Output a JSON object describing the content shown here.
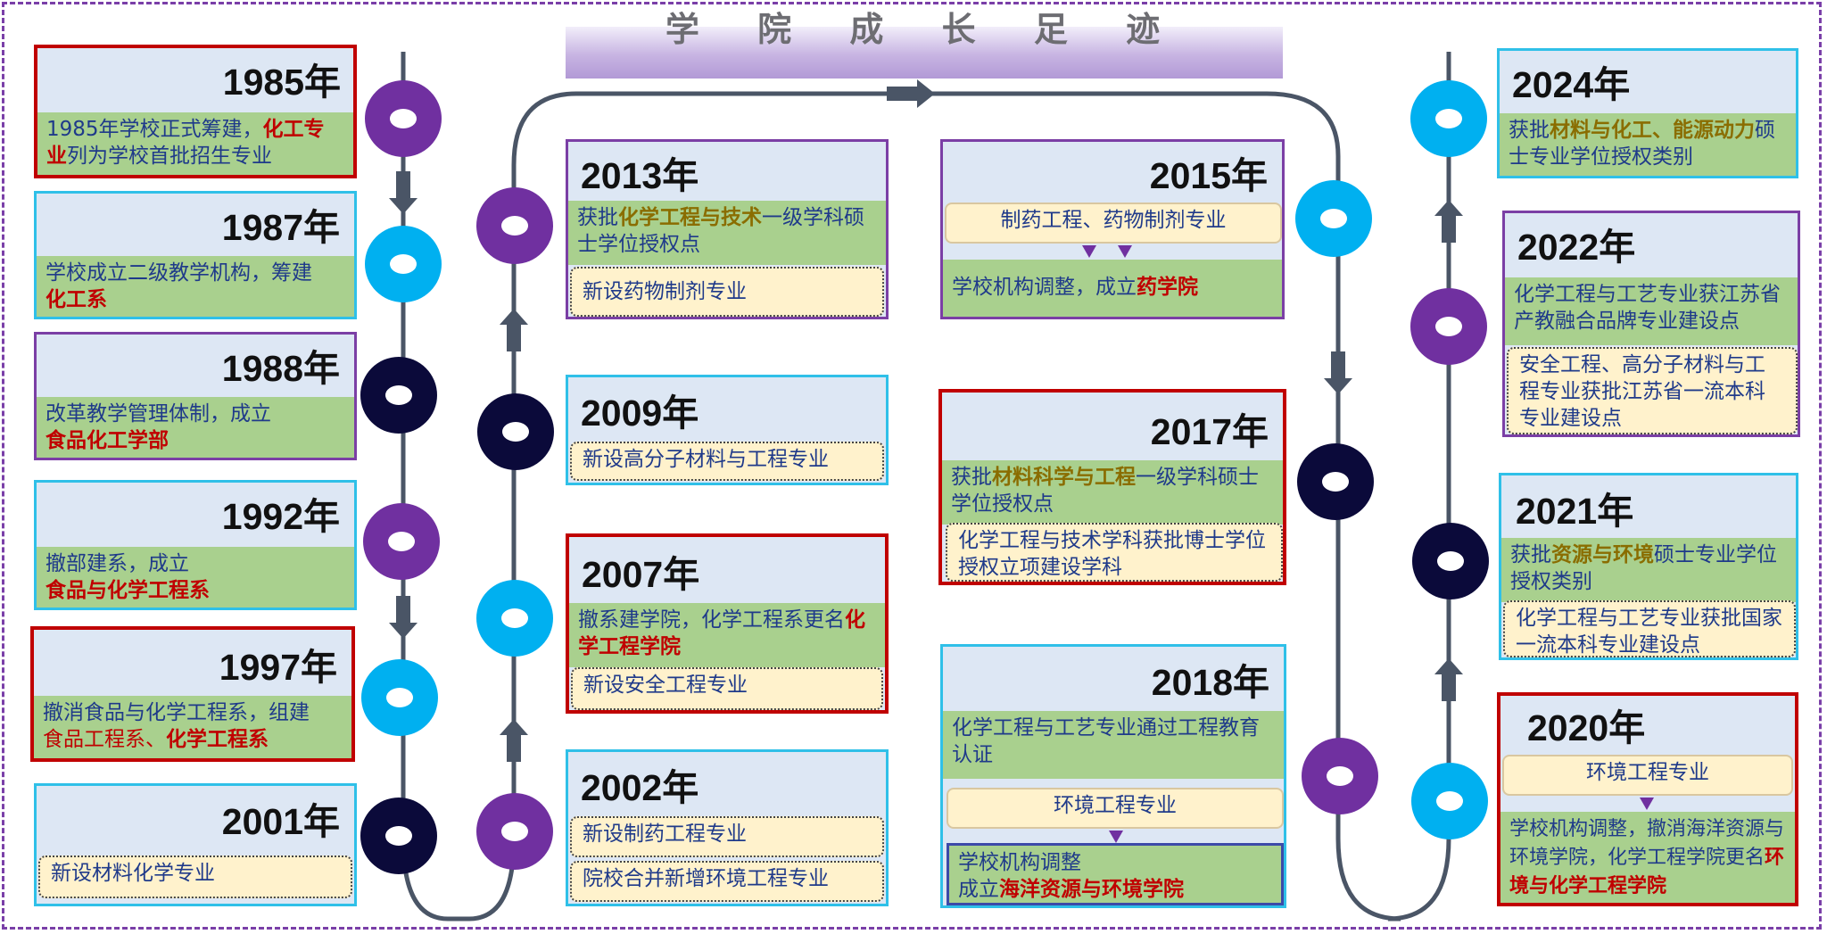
{
  "title": "学 院 成 长 足 迹",
  "colors": {
    "purple": "#7030a0",
    "cyan": "#00b0f0",
    "navy": "#0b0a3a",
    "track": "#4a5566",
    "green": "#a9d08e",
    "note": "#fff2cc",
    "header": "#dde7f4",
    "red": "#c00000",
    "olive": "#8a6d00"
  },
  "events": {
    "y1985": {
      "year": "1985年",
      "t1": "1985年学校正式筹建，",
      "t2": "化工专业",
      "t3": "列为学校首批招生专业"
    },
    "y1987": {
      "year": "1987年",
      "t1": "学校成立二级教学机构，筹建",
      "t2": "化工系"
    },
    "y1988": {
      "year": "1988年",
      "t1": "改革教学管理体制，成立",
      "t2": "食品化工学部"
    },
    "y1992": {
      "year": "1992年",
      "t1": "撤部建系，成立",
      "t2": "食品与化学工程系"
    },
    "y1997": {
      "year": "1997年",
      "t1": "撤消食品与化学工程系，组建",
      "t2": "食品工程系、",
      "t3": "化学工程系"
    },
    "y2001": {
      "year": "2001年",
      "note": "新设材料化学专业"
    },
    "y2002": {
      "year": "2002年",
      "note1": "新设制药工程专业",
      "note2": "院校合并新增环境工程专业"
    },
    "y2007": {
      "year": "2007年",
      "t1": "撤系建学院，化学工程系更名",
      "t2": "化学工程学院",
      "note": "新设安全工程专业"
    },
    "y2009": {
      "year": "2009年",
      "note": "新设高分子材料与工程专业"
    },
    "y2013": {
      "year": "2013年",
      "t1": "获批",
      "t2": "化学工程与技术",
      "t3": "一级学科硕士学位授权点",
      "note": "新设药物制剂专业"
    },
    "y2015": {
      "year": "2015年",
      "top": "制药工程、药物制剂专业",
      "t1": "学校机构调整，成立",
      "t2": "药学院"
    },
    "y2017": {
      "year": "2017年",
      "t1": "获批",
      "t2": "材料科学与工程",
      "t3": "一级学科硕士学位授权点",
      "note": "化学工程与技术学科获批博士学位授权立项建设学科"
    },
    "y2018": {
      "year": "2018年",
      "t1": "化学工程与工艺专业通过工程教育认证",
      "mid": "环境工程专业",
      "t2": "学校机构调整",
      "t3": "成立",
      "t4": "海洋资源与环境学院"
    },
    "y2020": {
      "year": "2020年",
      "top": "环境工程专业",
      "t1": "学校机构调整，撤消海洋资源与环境学院，化学工程学院更名",
      "t2": "环境与化学工程学院"
    },
    "y2021": {
      "year": "2021年",
      "t1": "获批",
      "t2": "资源与环境",
      "t3": "硕士专业学位授权类别",
      "note": "化学工程与工艺专业获批国家一流本科专业建设点"
    },
    "y2022": {
      "year": "2022年",
      "t1": "化学工程与工艺专业获江苏省产教融合品牌专业建设点",
      "note": "安全工程、高分子材料与工程专业获批江苏省一流本科专业建设点"
    },
    "y2024": {
      "year": "2024年",
      "t1": "获批",
      "t2": "材料与化工、能源动力",
      "t3": "硕士专业学位授权类别"
    }
  }
}
